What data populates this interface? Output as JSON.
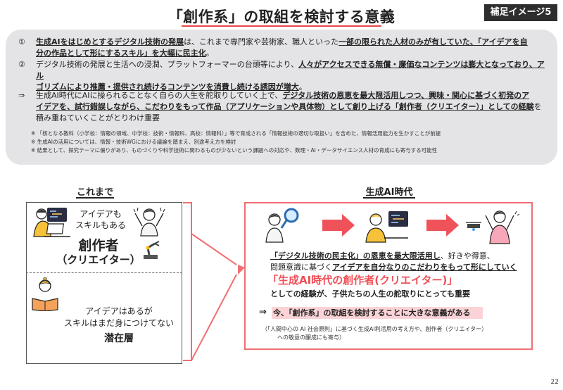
{
  "header": {
    "title": "「創作系」の取組を検討する意義",
    "badge": "補足イメージ5"
  },
  "summary": {
    "p1_num": "①",
    "p1_a": "生成AIをはじめとするデジタル技術の発展",
    "p1_b": "は、これまで専門家や芸術家、職人といった",
    "p1_c": "一部の限られた人材のみが有していた、「アイデアを自",
    "p1_d": "分の作品として形にするスキル」を大幅に民主化",
    "p1_e": "。",
    "p2_num": "②",
    "p2_a": "デジタル技術の発展と生活への浸潤、プラットフォーマーの台頭等により、",
    "p2_b": "人々がアクセスできる無償・廉価なコンテンツは膨大となっており、アル",
    "p2_c": "ゴリズムにより推薦・提供され続けるコンテンツを消費し続ける誘因が増大",
    "p2_d": "。",
    "p3_num": "⇒",
    "p3_a": "生成AI時代にAIに操られることなく自らの人生を舵取りしていく上で、",
    "p3_b": "デジタル技術の恩恵を最大限活用しつつ、興味・関心に基づく初発のア",
    "p3_c": "イデアを、試行錯誤しながら、こだわりをもって作品（アプリケーションや具体物）として創り上げる「創作者（クリエイター）」としての経験",
    "p3_d": "を",
    "p3_e": "積み重ねていくことがとりわけ重要",
    "note1": "※ 「核となる教科（小学校：情報の領域、中学校：技術・情報科、高校：情報科）」等で育成される「情報技術の適切な取扱い」を含めた、情報活用能力を生かすことが前提",
    "note2": "※ 生成AIの活用については、情報・技術WGにおける議論を踏まえ、別途考え方を検討",
    "note3": "※ 結果として、探究テーマに偏りがあり、ものづくりや科学技術に関わるものが少ないという課題への対応や、数理・AI・データサイエンス人材の育成にも寄与する可能性"
  },
  "left": {
    "heading": "これまで",
    "top_line1": "アイデアも",
    "top_line2": "スキルもある",
    "top_title1": "創作者",
    "top_title2": "（クリエイター）",
    "bottom_line1": "アイデアはあるが",
    "bottom_line2": "スキルはまだ身につけてない",
    "bottom_title": "潜在層"
  },
  "right": {
    "heading": "生成AI時代",
    "l1_a": "「デジタル技術の民主化」",
    "l1_b": "の恩恵を最大限活用し",
    "l1_c": "、好きや得意、",
    "l2_a": "問題意識に基づく",
    "l2_b": "アイデアを自分なりのこだわりをもって形にしていく",
    "l3": "「生成AI時代の創作者(クリエイター)」",
    "l4": "としての経験が、子供たちの人生の舵取りにとっても重要",
    "l5_arrow": "⇒",
    "l5": "今、「創作系」の取組を検討することに大きな意義がある",
    "fn1": "（「人間中心の AI 社会原則」に基づく生成AI利活用の考え方や、創作者（クリエイター）",
    "fn2": "への敬意の醸成にも寄与）"
  },
  "footer": {
    "page": "22"
  },
  "colors": {
    "accent": "#e8464b",
    "pink_border": "#f06e73",
    "highlight": "#fbd3d6",
    "summary_bg": "#e4e4e6"
  }
}
